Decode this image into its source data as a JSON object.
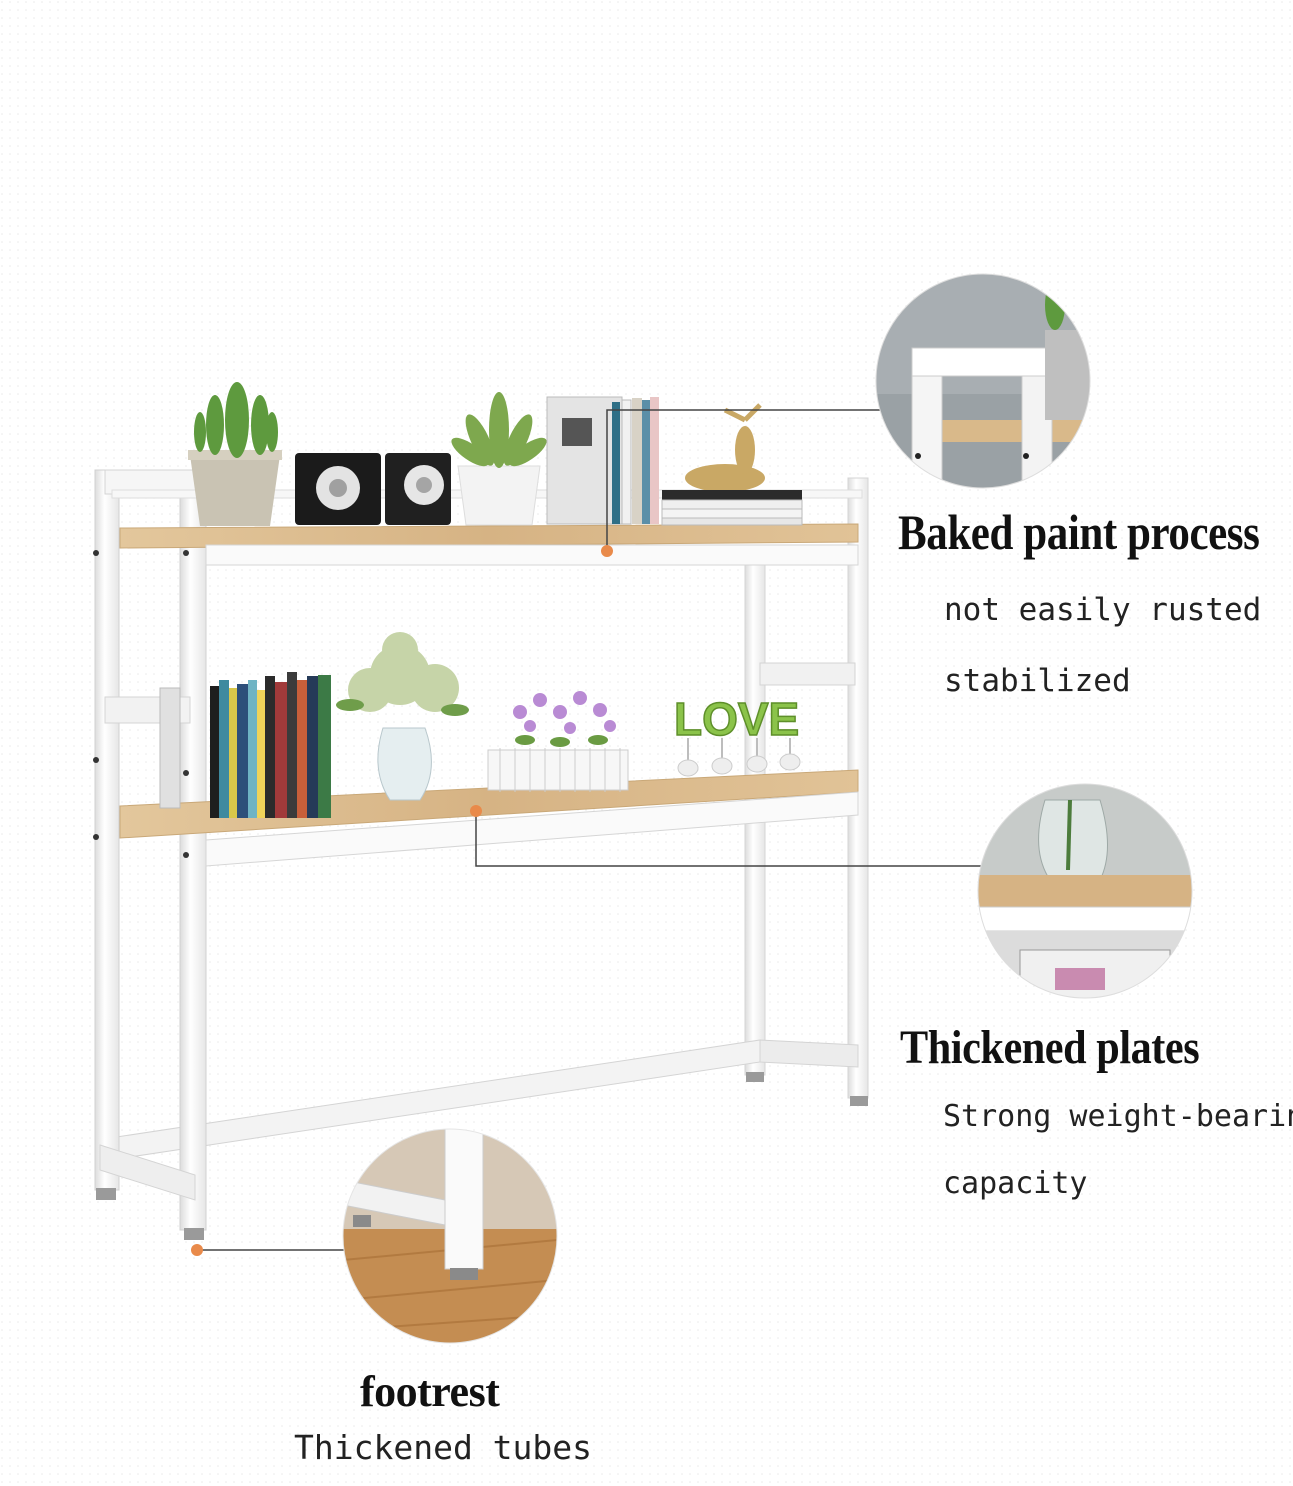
{
  "callouts": {
    "top": {
      "title": "Baked paint process",
      "lines": [
        "not easily rusted",
        "stabilized"
      ]
    },
    "middle": {
      "title": "Thickened plates",
      "lines": [
        "Strong weight-bearing",
        "capacity"
      ]
    },
    "bottom": {
      "title": "footrest",
      "lines": [
        "Thickened tubes"
      ]
    }
  },
  "decor": {
    "love_sign": "LOVE"
  },
  "colors": {
    "frame": "#f4f4f4",
    "wood": "#d9b98a",
    "accent_dot": "#e98a4a",
    "leader_line": "#444444",
    "love_green": "#8bc34a"
  }
}
